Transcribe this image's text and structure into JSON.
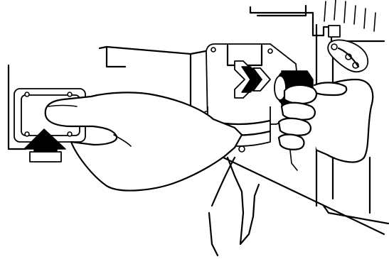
{
  "illustration": {
    "kind": "line-art instructional illustration",
    "arrows": [
      {
        "name": "up-arrow",
        "direction": "up",
        "style": "filled"
      },
      {
        "name": "right-arrow",
        "direction": "right",
        "style": "double-chevron"
      }
    ],
    "colors": {
      "ink": "#000000",
      "paper": "#ffffff"
    }
  }
}
